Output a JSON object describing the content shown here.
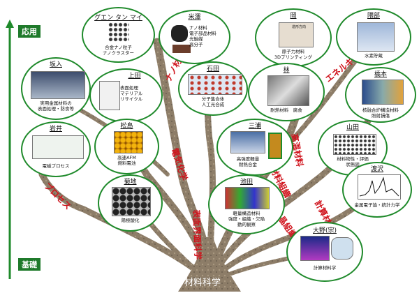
{
  "axis": {
    "top": "応用",
    "bottom": "基礎"
  },
  "root": "材料科学",
  "colors": {
    "accent": "#1f8a2b",
    "branch_text": "#d0121b",
    "trunk": "#8b7a66"
  },
  "branches": {
    "nano": "ナノ材料",
    "electro": "電気化学",
    "process": "プロセス",
    "surface": "表面界面科学",
    "energy": "エネルギー",
    "hightemp": "高温材料",
    "structural": "材料組織",
    "crystal": "結晶組織学",
    "computational": "計算材料学"
  },
  "nodes": [
    {
      "id": "guen",
      "name": "グエン タン マイ",
      "text": "合金ナノ粒子\nナノクラスター"
    },
    {
      "id": "yonezawa",
      "name": "米澤",
      "text": "ナノ材料\n電子部品材料\n光触媒\n高分子"
    },
    {
      "id": "oka",
      "name": "岡",
      "text": "原子力材料\n3Dプリンティング",
      "pic_label": "造形方向"
    },
    {
      "id": "kumabe",
      "name": "隈部",
      "text": "水素貯蔵"
    },
    {
      "id": "sakairi",
      "name": "坂入",
      "text": "実用金属材料の\n表面処理・防食等"
    },
    {
      "id": "ueda",
      "name": "上田",
      "text": "表面処理\nマテリアル\nリサイクル"
    },
    {
      "id": "ishida",
      "name": "石田",
      "text": "分子集合体\n人工光合成"
    },
    {
      "id": "hayashi",
      "name": "林",
      "text": "耐熱材料　腐食"
    },
    {
      "id": "hashimoto",
      "name": "橋本",
      "text": "核融合炉構造材料\n照射損傷"
    },
    {
      "id": "iwai",
      "name": "岩井",
      "text": "電磁プロセス"
    },
    {
      "id": "matsushima",
      "name": "松島",
      "text": "高速AFM\n燃料電池"
    },
    {
      "id": "miura",
      "name": "三浦",
      "text": "高強度軽量\n耐熱合金"
    },
    {
      "id": "yamada",
      "name": "山田",
      "text": "材料物性・評価\n状態図"
    },
    {
      "id": "kikuchi",
      "name": "菊地",
      "text": "陽極酸化"
    },
    {
      "id": "ikeda",
      "name": "池田",
      "text": "軽量構造材料\n強度・組織・欠陥\n動的観察"
    },
    {
      "id": "watanabe",
      "name": "渡沢",
      "text": "金属電子論・統計力学"
    },
    {
      "id": "ohno",
      "name": "大野(宗)",
      "text": "計算材料学"
    }
  ]
}
